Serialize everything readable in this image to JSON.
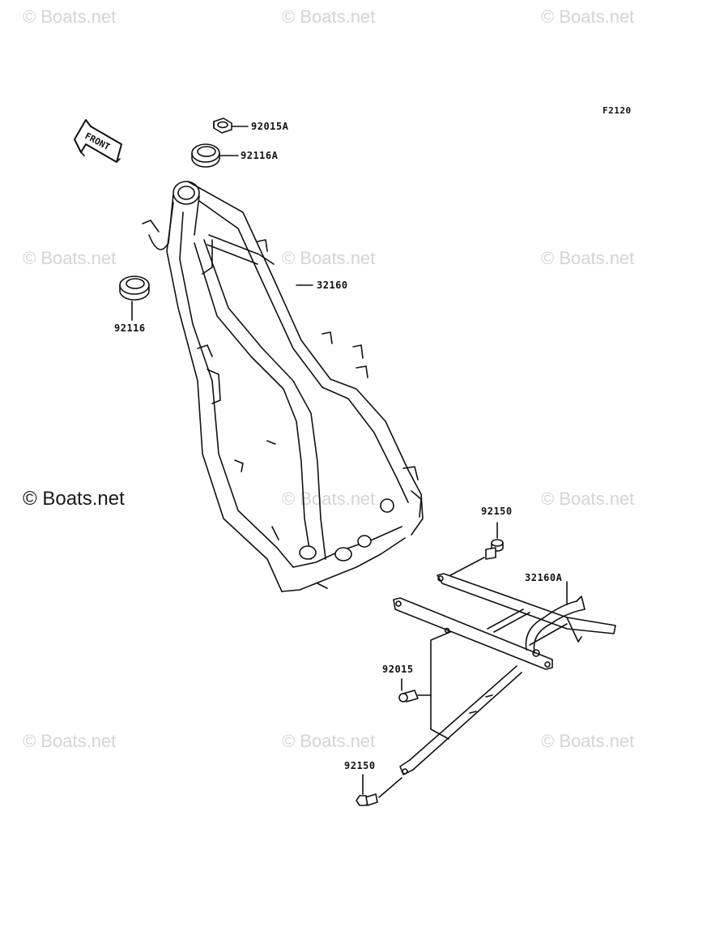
{
  "watermark": {
    "text": "© Boats.net",
    "color": "#d4d4d4"
  },
  "figure_code": "F2120",
  "front_arrow_label": "FRONT",
  "callouts": {
    "nut_top": "92015A",
    "bushing_top": "92116A",
    "frame": "32160",
    "bushing_left": "92116",
    "bolt_upper": "92150",
    "subframe": "32160A",
    "collar": "92015",
    "bolt_lower": "92150"
  }
}
